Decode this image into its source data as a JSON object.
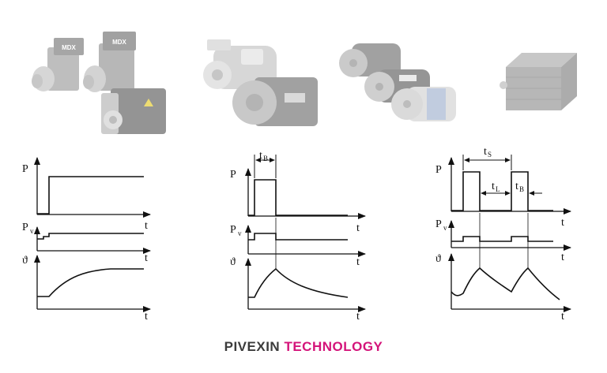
{
  "brand": {
    "part1": "PIVEXIN",
    "part2": "TECHNOLOGY",
    "color_main": "#3b3b3b",
    "color_accent": "#d4147a"
  },
  "products": [
    {
      "name": "gearmotor-servo-group",
      "labels": [
        "MDX",
        "MDX"
      ]
    },
    {
      "name": "ac-motor-group",
      "labels": []
    },
    {
      "name": "dc-motor-group",
      "labels": []
    },
    {
      "name": "stepper-motor",
      "labels": []
    }
  ],
  "diagram_labels": {
    "power": "P",
    "power_loss": "P",
    "power_loss_sub": "v",
    "temperature": "ϑ",
    "time": "t",
    "t_b": "t",
    "t_b_sub": "B",
    "t_s": "t",
    "t_s_sub": "S",
    "t_l": "t",
    "t_l_sub": "L"
  },
  "diagrams": [
    {
      "name": "continuous-duty"
    },
    {
      "name": "short-time-duty"
    },
    {
      "name": "intermittent-duty"
    }
  ]
}
